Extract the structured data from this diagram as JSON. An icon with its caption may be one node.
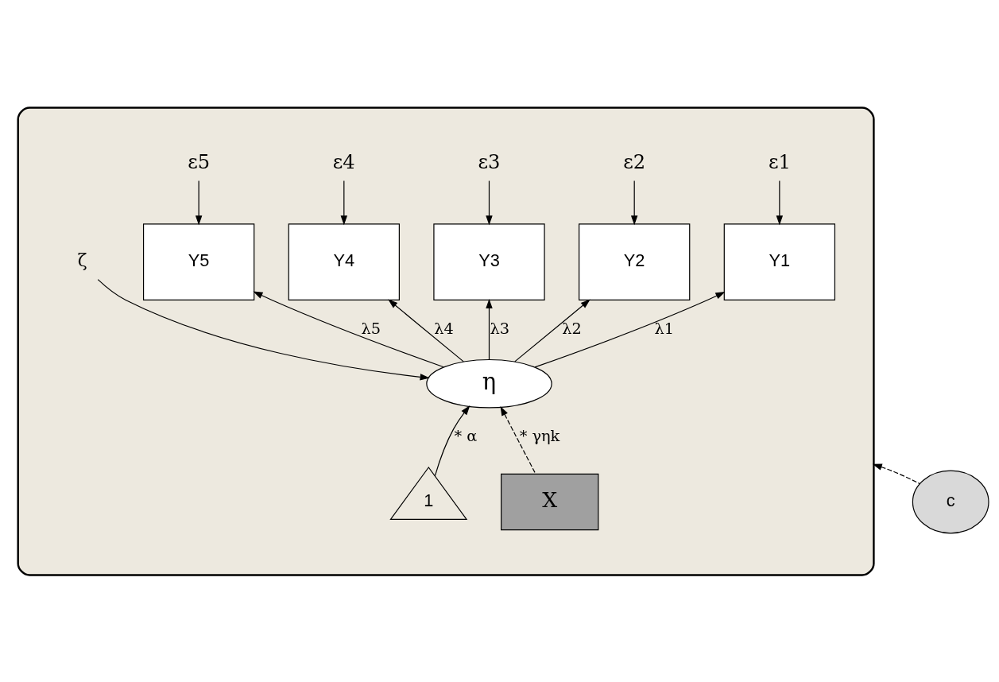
{
  "diagram": {
    "nodes": [
      {
        "text": [],
        "shape": "ellipse"
      },
      {
        "text": [
          "Y1"
        ],
        "in": 0
      },
      {
        "text": [
          "Y2"
        ],
        "in": 0
      },
      {
        "text": [
          "Y3"
        ],
        "in": 0
      },
      {
        "text": [
          "Y4"
        ],
        "in": 0
      },
      {
        "text": [
          "Y5"
        ],
        "in": 0
      },
      {
        "text": [
          "ε1"
        ],
        "in": 0
      },
      {
        "text": [
          "ε2"
        ],
        "in": 0
      },
      {
        "text": [
          "ε3"
        ],
        "in": 0
      },
      {
        "text": [
          "ε4"
        ],
        "in": 0
      },
      {
        "text": [
          "ε5"
        ],
        "in": 0
      },
      {
        "text": [
          "η"
        ],
        "in": 0
      },
      {
        "text": [
          "ζ"
        ],
        "in": 0
      },
      {
        "text": [
          "1"
        ],
        "in": 0
      },
      {
        "text": [
          "X"
        ],
        "in": 0
      },
      {
        "text": [
          "c"
        ]
      }
    ],
    "edges": [
      {
        "from": 6,
        "to": 1,
        "arrow": "to"
      },
      {
        "from": 7,
        "to": 2,
        "arrow": "to"
      },
      {
        "from": 8,
        "to": 3,
        "arrow": "to"
      },
      {
        "from": 9,
        "to": 4,
        "arrow": "to"
      },
      {
        "from": 10,
        "to": 5,
        "arrow": "to"
      },
      {
        "from": 11,
        "to": 1,
        "arrow": "to",
        "label": "λ1"
      },
      {
        "from": 11,
        "to": 2,
        "arrow": "to",
        "label": "λ2"
      },
      {
        "from": 11,
        "to": 3,
        "arrow": "to",
        "label": "λ3"
      },
      {
        "from": 11,
        "to": 4,
        "arrow": "to",
        "label": "λ4"
      },
      {
        "from": 11,
        "to": 5,
        "arrow": "to",
        "label": "λ5"
      },
      {
        "from": 12,
        "to": 11,
        "arrow": "to"
      },
      {
        "from": 13,
        "to": 11,
        "arrow": "to",
        "label": "* α"
      },
      {
        "from": 14,
        "to": 11,
        "arrow": "to",
        "label": "* γηk",
        "style": "dashed"
      },
      {
        "from": 15,
        "to": 0,
        "arrow": "to",
        "style": "dashed"
      }
    ]
  }
}
